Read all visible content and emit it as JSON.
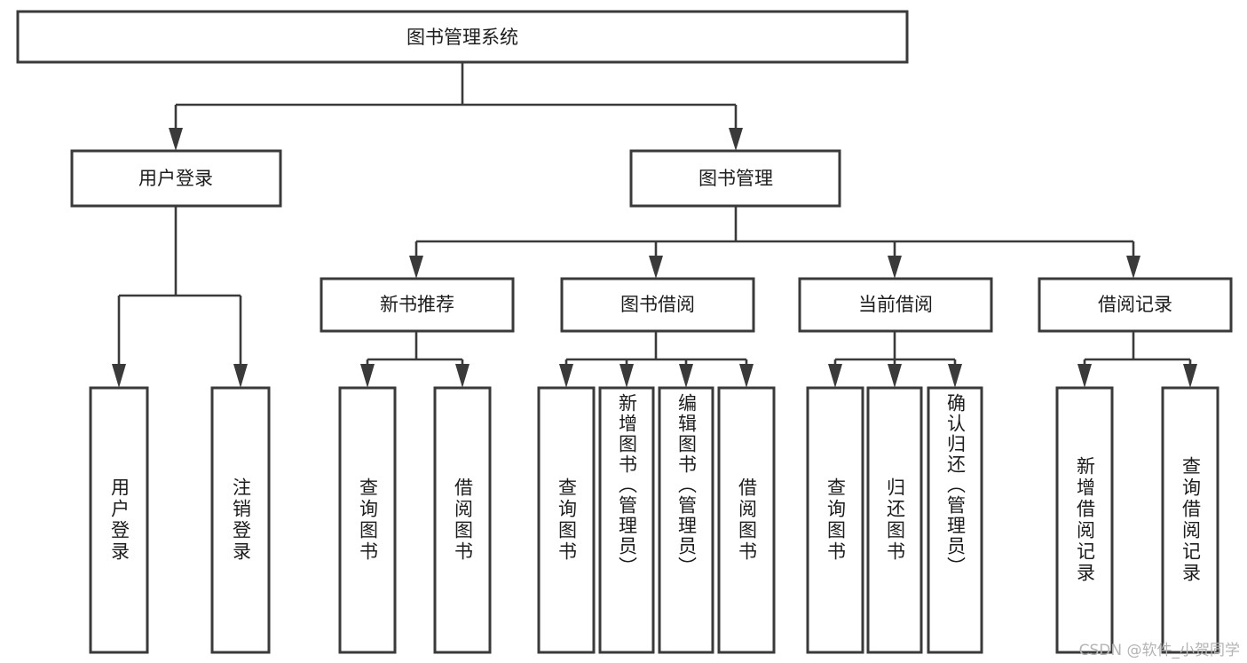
{
  "diagram": {
    "type": "tree-hierarchy",
    "title": "图书管理系统",
    "orientation": "top-down",
    "watermark": "CSDN @软件_小贺同学",
    "colors": {
      "box_stroke": "#3a3a3a",
      "box_fill": "#ffffff",
      "connector": "#3a3a3a",
      "text": "#1c1c1c",
      "watermark": "#b4b4b4",
      "background": "#ffffff"
    },
    "levels": {
      "root": "图书管理系统",
      "level2": [
        "用户登录",
        "图书管理"
      ],
      "level3": [
        "新书推荐",
        "图书借阅",
        "当前借阅",
        "借阅记录"
      ]
    },
    "nodes": {
      "root": {
        "label": "图书管理系统"
      },
      "user_login": {
        "label": "用户登录"
      },
      "book_manage": {
        "label": "图书管理"
      },
      "new_book_rec": {
        "label": "新书推荐"
      },
      "book_borrow": {
        "label": "图书借阅"
      },
      "current_borrow": {
        "label": "当前借阅"
      },
      "borrow_record": {
        "label": "借阅记录"
      },
      "leaf_user_login": {
        "label": "用户登录"
      },
      "leaf_user_logout": {
        "label": "注销登录"
      },
      "leaf_query_book_1": {
        "label": "查询图书"
      },
      "leaf_borrow_book_1": {
        "label": "借阅图书"
      },
      "leaf_query_book_2": {
        "label": "查询图书"
      },
      "leaf_add_book": {
        "label": "新增图书（管理员）"
      },
      "leaf_edit_book": {
        "label": "编辑图书（管理员）"
      },
      "leaf_borrow_book_2": {
        "label": "借阅图书"
      },
      "leaf_query_book_3": {
        "label": "查询图书"
      },
      "leaf_return_book": {
        "label": "归还图书"
      },
      "leaf_confirm_return": {
        "label": "确认归还（管理员）"
      },
      "leaf_add_record": {
        "label": "新增借阅记录"
      },
      "leaf_query_record": {
        "label": "查询借阅记录"
      }
    }
  }
}
